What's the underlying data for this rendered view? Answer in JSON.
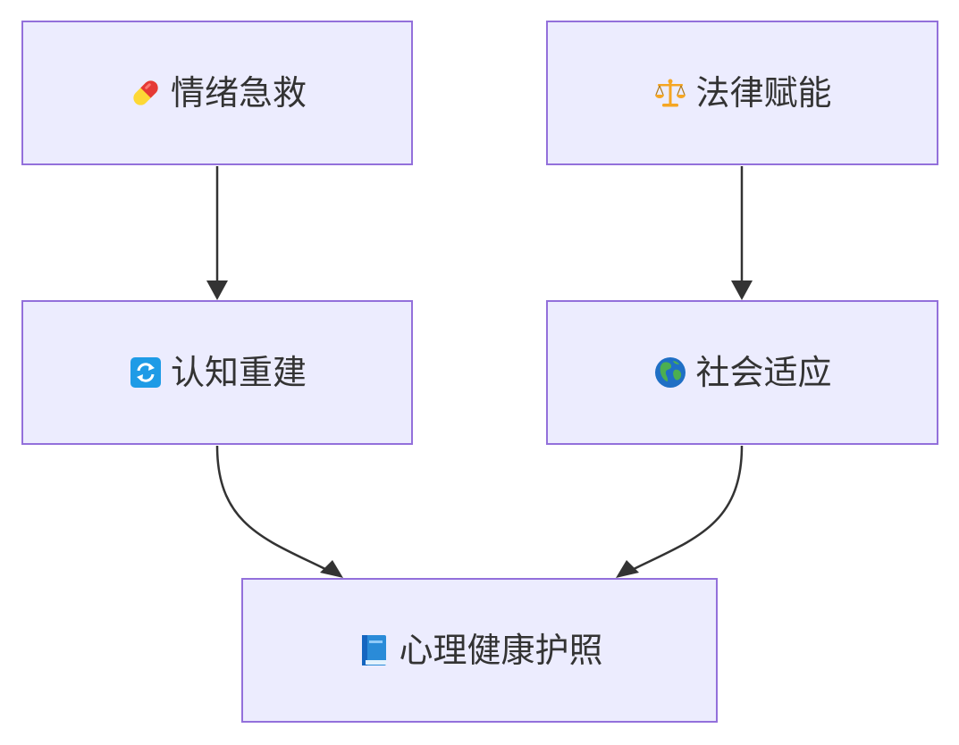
{
  "nodes": {
    "emotion": {
      "label": "情绪急救",
      "icon": "pill-icon"
    },
    "legal": {
      "label": "法律赋能",
      "icon": "balance-scale-icon"
    },
    "cognitive": {
      "label": "认知重建",
      "icon": "arrows-cycle-icon"
    },
    "social": {
      "label": "社会适应",
      "icon": "globe-icon"
    },
    "passport": {
      "label": "心理健康护照",
      "icon": "blue-book-icon"
    }
  },
  "edges": [
    {
      "from": "emotion",
      "to": "cognitive"
    },
    {
      "from": "legal",
      "to": "social"
    },
    {
      "from": "cognitive",
      "to": "passport"
    },
    {
      "from": "social",
      "to": "passport"
    }
  ],
  "colors": {
    "node_fill": "#ececfe",
    "node_border": "#9370db",
    "edge": "#333333",
    "text": "#333333"
  }
}
